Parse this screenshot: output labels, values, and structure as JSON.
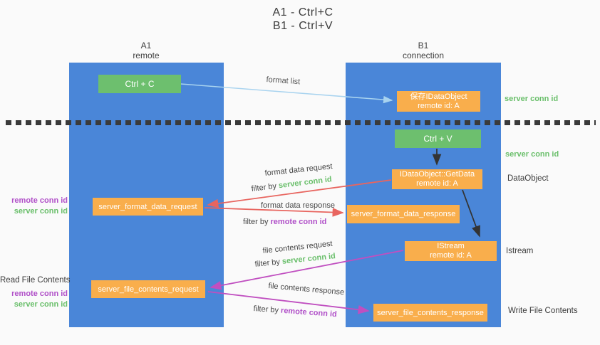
{
  "title": {
    "line1": "A1 - Ctrl+C",
    "line2": "B1 - Ctrl+V"
  },
  "columns": {
    "left": {
      "name": "A1",
      "subtitle": "remote"
    },
    "right": {
      "name": "B1",
      "subtitle": "connection"
    }
  },
  "nodes": {
    "ctrl_c": "Ctrl + C",
    "ctrl_v": "Ctrl + V",
    "save_idataobject": {
      "line1": "保存IDataObject",
      "line2": "remote id: A"
    },
    "getdata": {
      "line1": "IDataObject::GetData",
      "line2": "remote id: A"
    },
    "istream": {
      "line1": "IStream",
      "line2": "remote id: A"
    },
    "format_request": "server_format_data_request",
    "format_response": "server_format_data_response",
    "file_request": "server_file_contents_request",
    "file_response": "server_file_contents_response"
  },
  "arrows": {
    "format_list": {
      "label": "format list"
    },
    "format_data_request": {
      "label": "format data request",
      "filter_prefix": "filter by",
      "filter_key": "server conn id"
    },
    "format_data_response": {
      "label": "format data response",
      "filter_prefix": "filter by",
      "filter_key": "remote conn id"
    },
    "file_contents_request": {
      "label": "file contents request",
      "filter_prefix": "filter by",
      "filter_key": "server conn id"
    },
    "file_contents_response": {
      "label": "file contents response",
      "filter_prefix": "filter by",
      "filter_key": "remote conn id"
    }
  },
  "side_labels": {
    "right": {
      "server_conn_id_top": "server conn id",
      "server_conn_id_mid": "server conn id",
      "dataobject": "DataObject",
      "istream": "Istream",
      "write_file_contents": "Write File Contents"
    },
    "left": {
      "remote_conn_id_top": "remote conn id",
      "server_conn_id_top": "server conn id",
      "read_file_contents": "Read File Contents",
      "remote_conn_id_bottom": "remote conn id",
      "server_conn_id_bottom": "server conn id"
    }
  },
  "colors": {
    "column_blue": "#4a86d8",
    "box_green": "#6dbf6e",
    "box_orange": "#f9ae4c",
    "arrow_light_blue": "#a8d3ef",
    "arrow_red": "#e8655f",
    "arrow_magenta": "#c04fc0",
    "arrow_black": "#333333",
    "text_green": "#6abf6b",
    "text_purple": "#b04fc8",
    "divider_black": "#3a3a3a"
  }
}
